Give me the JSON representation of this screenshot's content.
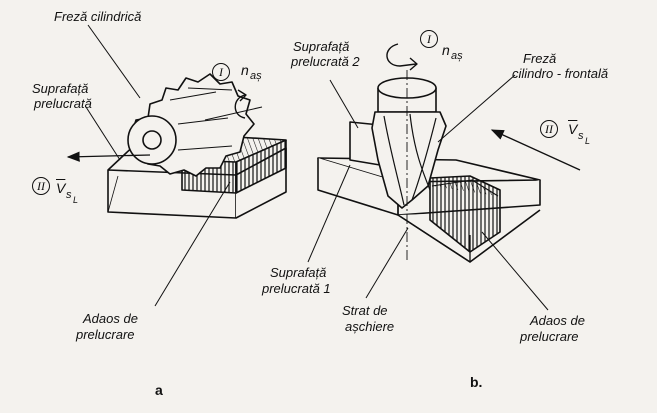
{
  "figure_a": {
    "caption": "a",
    "label_cutter": "Freză cilindrică",
    "label_surface_1": "Suprafață",
    "label_surface_2": "prelucrată",
    "label_allowance_1": "Adaos de",
    "label_allowance_2": "prelucrare",
    "rotation_numeral": "I",
    "rotation_symbol": "n",
    "rotation_subscript": "aș",
    "feed_numeral": "II",
    "feed_symbol": "V",
    "feed_subscript": "s",
    "feed_subscript_2": "L"
  },
  "figure_b": {
    "caption": "b.",
    "label_cutter_1": "Freză",
    "label_cutter_2": "cilindro - frontală",
    "label_surface2_1": "Suprafață",
    "label_surface2_2": "prelucrată 2",
    "label_surface1_1": "Suprafață",
    "label_surface1_2": "prelucrată 1",
    "label_chip_1": "Strat de",
    "label_chip_2": "așchiere",
    "label_allowance_1": "Adaos de",
    "label_allowance_2": "prelucrare",
    "rotation_numeral": "I",
    "rotation_symbol": "n",
    "rotation_subscript": "aș",
    "feed_numeral": "II",
    "feed_symbol": "V",
    "feed_subscript": "s",
    "feed_subscript_2": "L"
  },
  "colors": {
    "ink": "#111111",
    "paper": "#f4f2ee"
  }
}
